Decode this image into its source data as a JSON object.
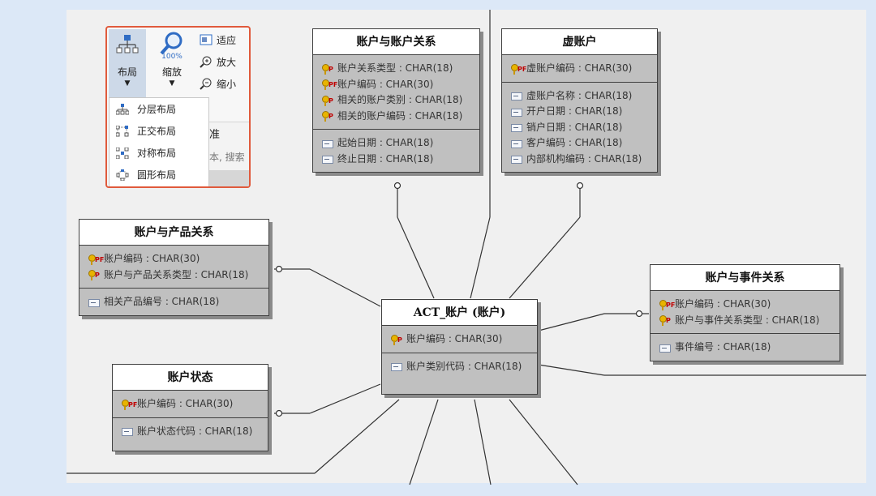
{
  "ribbon": {
    "layout_label": "布局",
    "zoom_label": "缩放",
    "zoom_percent": "100%",
    "fit_label": "适应",
    "zoom_in_label": "放大",
    "zoom_out_label": "缩小",
    "layout_menu": [
      "分层布局",
      "正交布局",
      "对称布局",
      "圆形布局"
    ],
    "behind_tab_text": "准",
    "behind_search_text": "本, 搜索"
  },
  "entities": {
    "acct_rel": {
      "title": "账户与账户关系",
      "keys": [
        {
          "tag": "P",
          "text": "账户关系类型 : CHAR(18)"
        },
        {
          "tag": "PF",
          "text": "账户编码 : CHAR(30)"
        },
        {
          "tag": "P",
          "text": "相关的账户类别 : CHAR(18)"
        },
        {
          "tag": "P",
          "text": "相关的账户编码 : CHAR(18)"
        }
      ],
      "cols": [
        "起始日期 : CHAR(18)",
        "终止日期 : CHAR(18)"
      ]
    },
    "virtual": {
      "title": "虚账户",
      "keys": [
        {
          "tag": "PF",
          "text": "虚账户编码 : CHAR(30)"
        }
      ],
      "cols": [
        "虚账户名称 : CHAR(18)",
        "开户日期 : CHAR(18)",
        "销户日期 : CHAR(18)",
        "客户编码 : CHAR(18)",
        "内部机构编码 : CHAR(18)"
      ]
    },
    "prod_rel": {
      "title": "账户与产品关系",
      "keys": [
        {
          "tag": "PF",
          "text": "账户编码 : CHAR(30)"
        },
        {
          "tag": "P",
          "text": "账户与产品关系类型 : CHAR(18)"
        }
      ],
      "cols": [
        "相关产品编号 : CHAR(18)"
      ]
    },
    "event_rel": {
      "title": "账户与事件关系",
      "keys": [
        {
          "tag": "PF",
          "text": "账户编码 : CHAR(30)"
        },
        {
          "tag": "P",
          "text": "账户与事件关系类型 : CHAR(18)"
        }
      ],
      "cols": [
        "事件编号 : CHAR(18)"
      ]
    },
    "act": {
      "title": "ACT_账户 (账户)",
      "keys": [
        {
          "tag": "P",
          "text": "账户编码 : CHAR(30)"
        }
      ],
      "cols": [
        "账户类别代码 : CHAR(18)"
      ]
    },
    "status": {
      "title": "账户状态",
      "keys": [
        {
          "tag": "PF",
          "text": "账户编码 : CHAR(30)"
        }
      ],
      "cols": [
        "账户状态代码 : CHAR(18)"
      ]
    }
  }
}
